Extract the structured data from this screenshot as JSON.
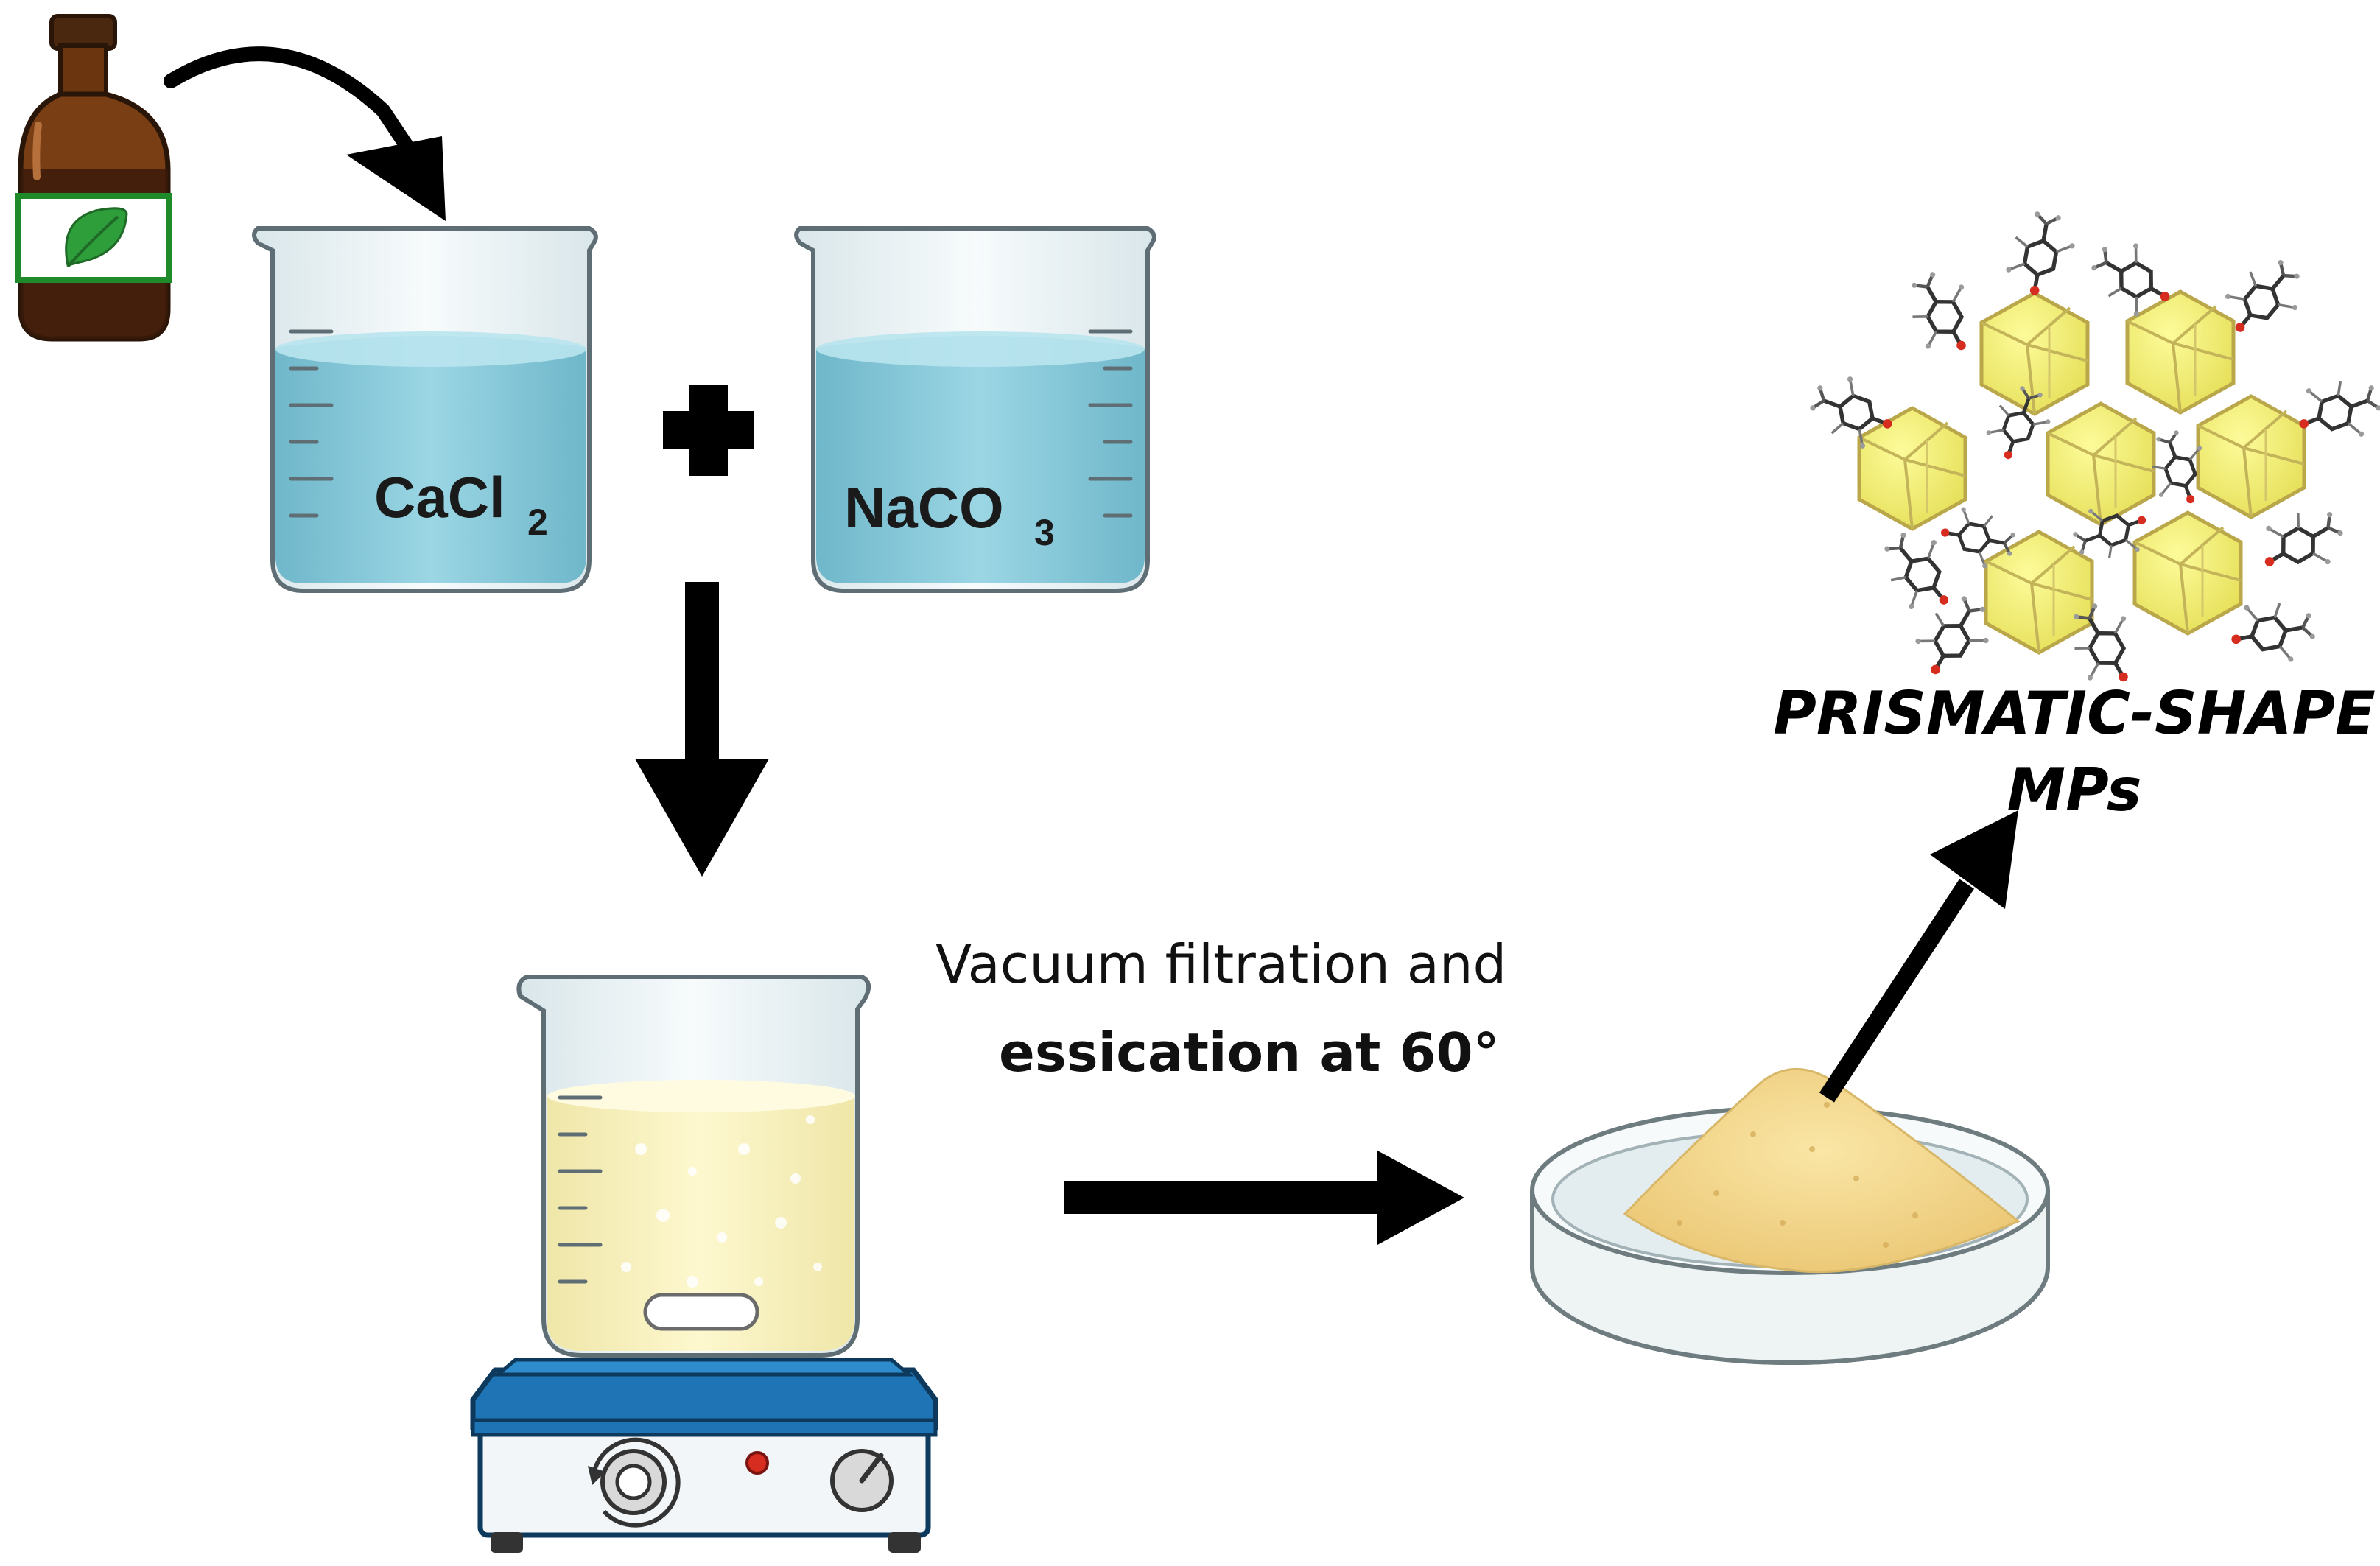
{
  "labels": {
    "beaker_left_formula": "CaCl",
    "beaker_left_sub": "2",
    "beaker_right_formula": "NaCO",
    "beaker_right_sub": "3",
    "plus_sign": "+",
    "process_line1": "Vacuum filtration and",
    "process_line2": "essication at 60°",
    "product_line1": "PRISMATIC-SHAPE",
    "product_line2": "MPs"
  },
  "icons": {
    "bottle": "plant-extract-bottle-icon",
    "leaf": "leaf-icon",
    "stirrer": "magnetic-stirrer-icon",
    "dish": "petri-dish-powder-icon",
    "crystals": "prismatic-crystal-cluster-icon"
  },
  "colors": {
    "solution": "#8fd0e0",
    "suspension": "#fbf3bf",
    "powder": "#f5d98e",
    "crystal": "#f3ef6e",
    "stirrer_body": "#1e74b4",
    "bottle": "#7a3e14",
    "leaf": "#2e9e3a",
    "arrow": "#000000"
  }
}
